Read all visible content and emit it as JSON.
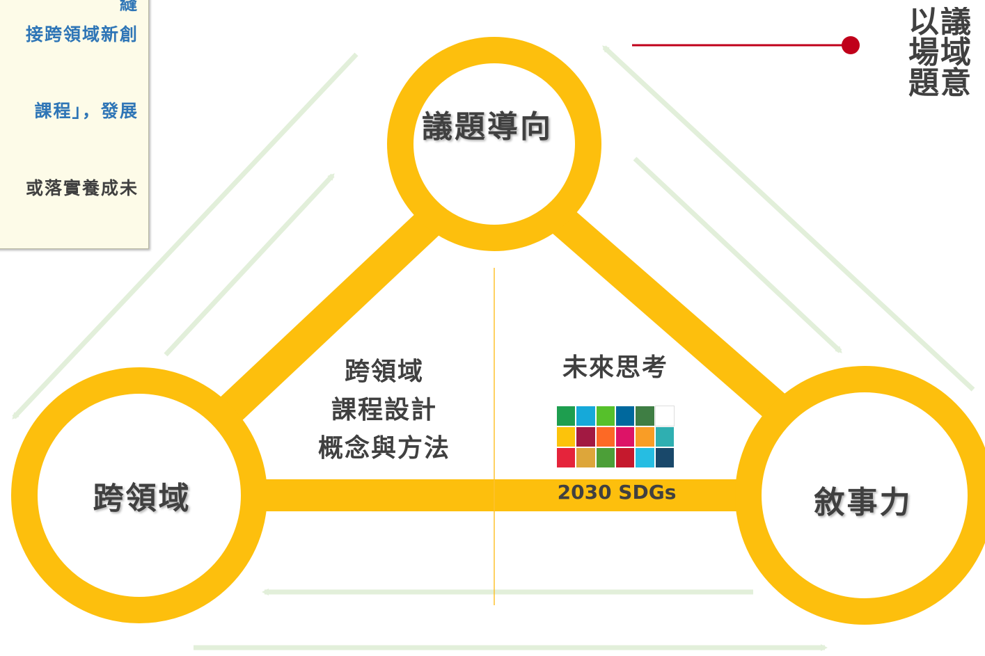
{
  "note_box": {
    "lines": [
      {
        "text": "縫",
        "tone": "blue"
      },
      {
        "text": "接跨領域新創",
        "tone": "blue"
      },
      {
        "text": "課程」，發展",
        "tone": "blue"
      },
      {
        "text": "或落實養成未",
        "tone": "dark"
      }
    ]
  },
  "nodes": {
    "top": "議題導向",
    "left": "跨領域",
    "right": "敘事力"
  },
  "center_left": {
    "line1": "跨領域",
    "line2": "課程設計",
    "line3": "概念與方法"
  },
  "center_right": {
    "title": "未來思考",
    "sdg_caption": "2030 SDGs"
  },
  "right_text": {
    "line1": "以議",
    "line2": "場域",
    "line3": "題意"
  },
  "colors": {
    "ring": "#fdbf0d",
    "connector": "#c0001a",
    "arrow": "#e2efda",
    "divider": "#fdc22e",
    "text": "#404040",
    "note_blue": "#2e75b6",
    "sdg_tiles": [
      "#1e9e4f",
      "#16a9d9",
      "#56c02b",
      "#00689d",
      "#3f7e44",
      "#ffffff",
      "#fcc30b",
      "#a21942",
      "#fd6925",
      "#dd1367",
      "#f99d26",
      "#2fafb1",
      "#e5243b",
      "#dda63a",
      "#4c9f38",
      "#c5192d",
      "#26bde2",
      "#19486a"
    ]
  }
}
